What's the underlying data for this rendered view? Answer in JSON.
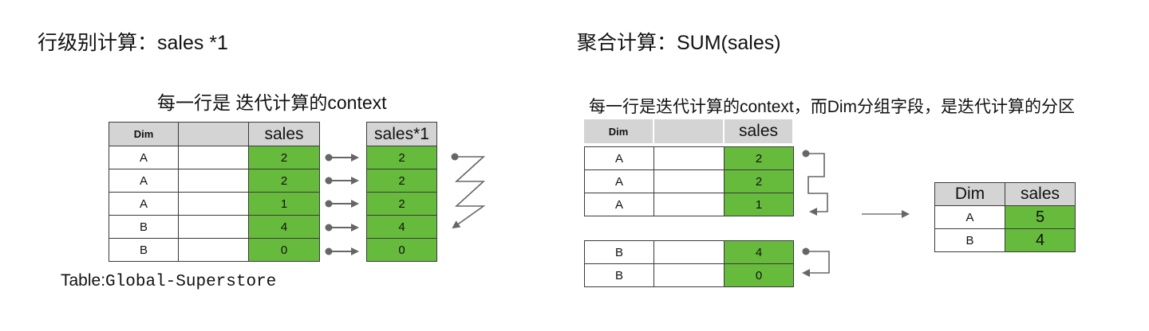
{
  "left": {
    "title": "行级别计算：sales *1",
    "subtitle": "每一行是 迭代计算的context",
    "source_table": {
      "headers": [
        "Dim",
        "",
        "sales"
      ],
      "rows": [
        [
          "A",
          "",
          "2"
        ],
        [
          "A",
          "",
          "2"
        ],
        [
          "A",
          "",
          "1"
        ],
        [
          "B",
          "",
          "4"
        ],
        [
          "B",
          "",
          "0"
        ]
      ]
    },
    "result_table": {
      "header": "sales*1",
      "values": [
        "2",
        "2",
        "2",
        "4",
        "0"
      ]
    },
    "footnote_label": "Table:",
    "footnote_value": "Global-Superstore"
  },
  "right": {
    "title": "聚合计算：SUM(sales)",
    "subtitle": "每一行是迭代计算的context，而Dim分组字段，是迭代计算的分区",
    "source_header": [
      "Dim",
      "",
      "sales"
    ],
    "group_a": [
      [
        "A",
        "",
        "2"
      ],
      [
        "A",
        "",
        "2"
      ],
      [
        "A",
        "",
        "1"
      ]
    ],
    "group_b": [
      [
        "B",
        "",
        "4"
      ],
      [
        "B",
        "",
        "0"
      ]
    ],
    "result_table": {
      "headers": [
        "Dim",
        "sales"
      ],
      "rows": [
        [
          "A",
          "5"
        ],
        [
          "B",
          "4"
        ]
      ]
    }
  },
  "colors": {
    "green": "#67bb3c",
    "header_gray": "#d4d4d4",
    "arrow_gray": "#666666"
  }
}
